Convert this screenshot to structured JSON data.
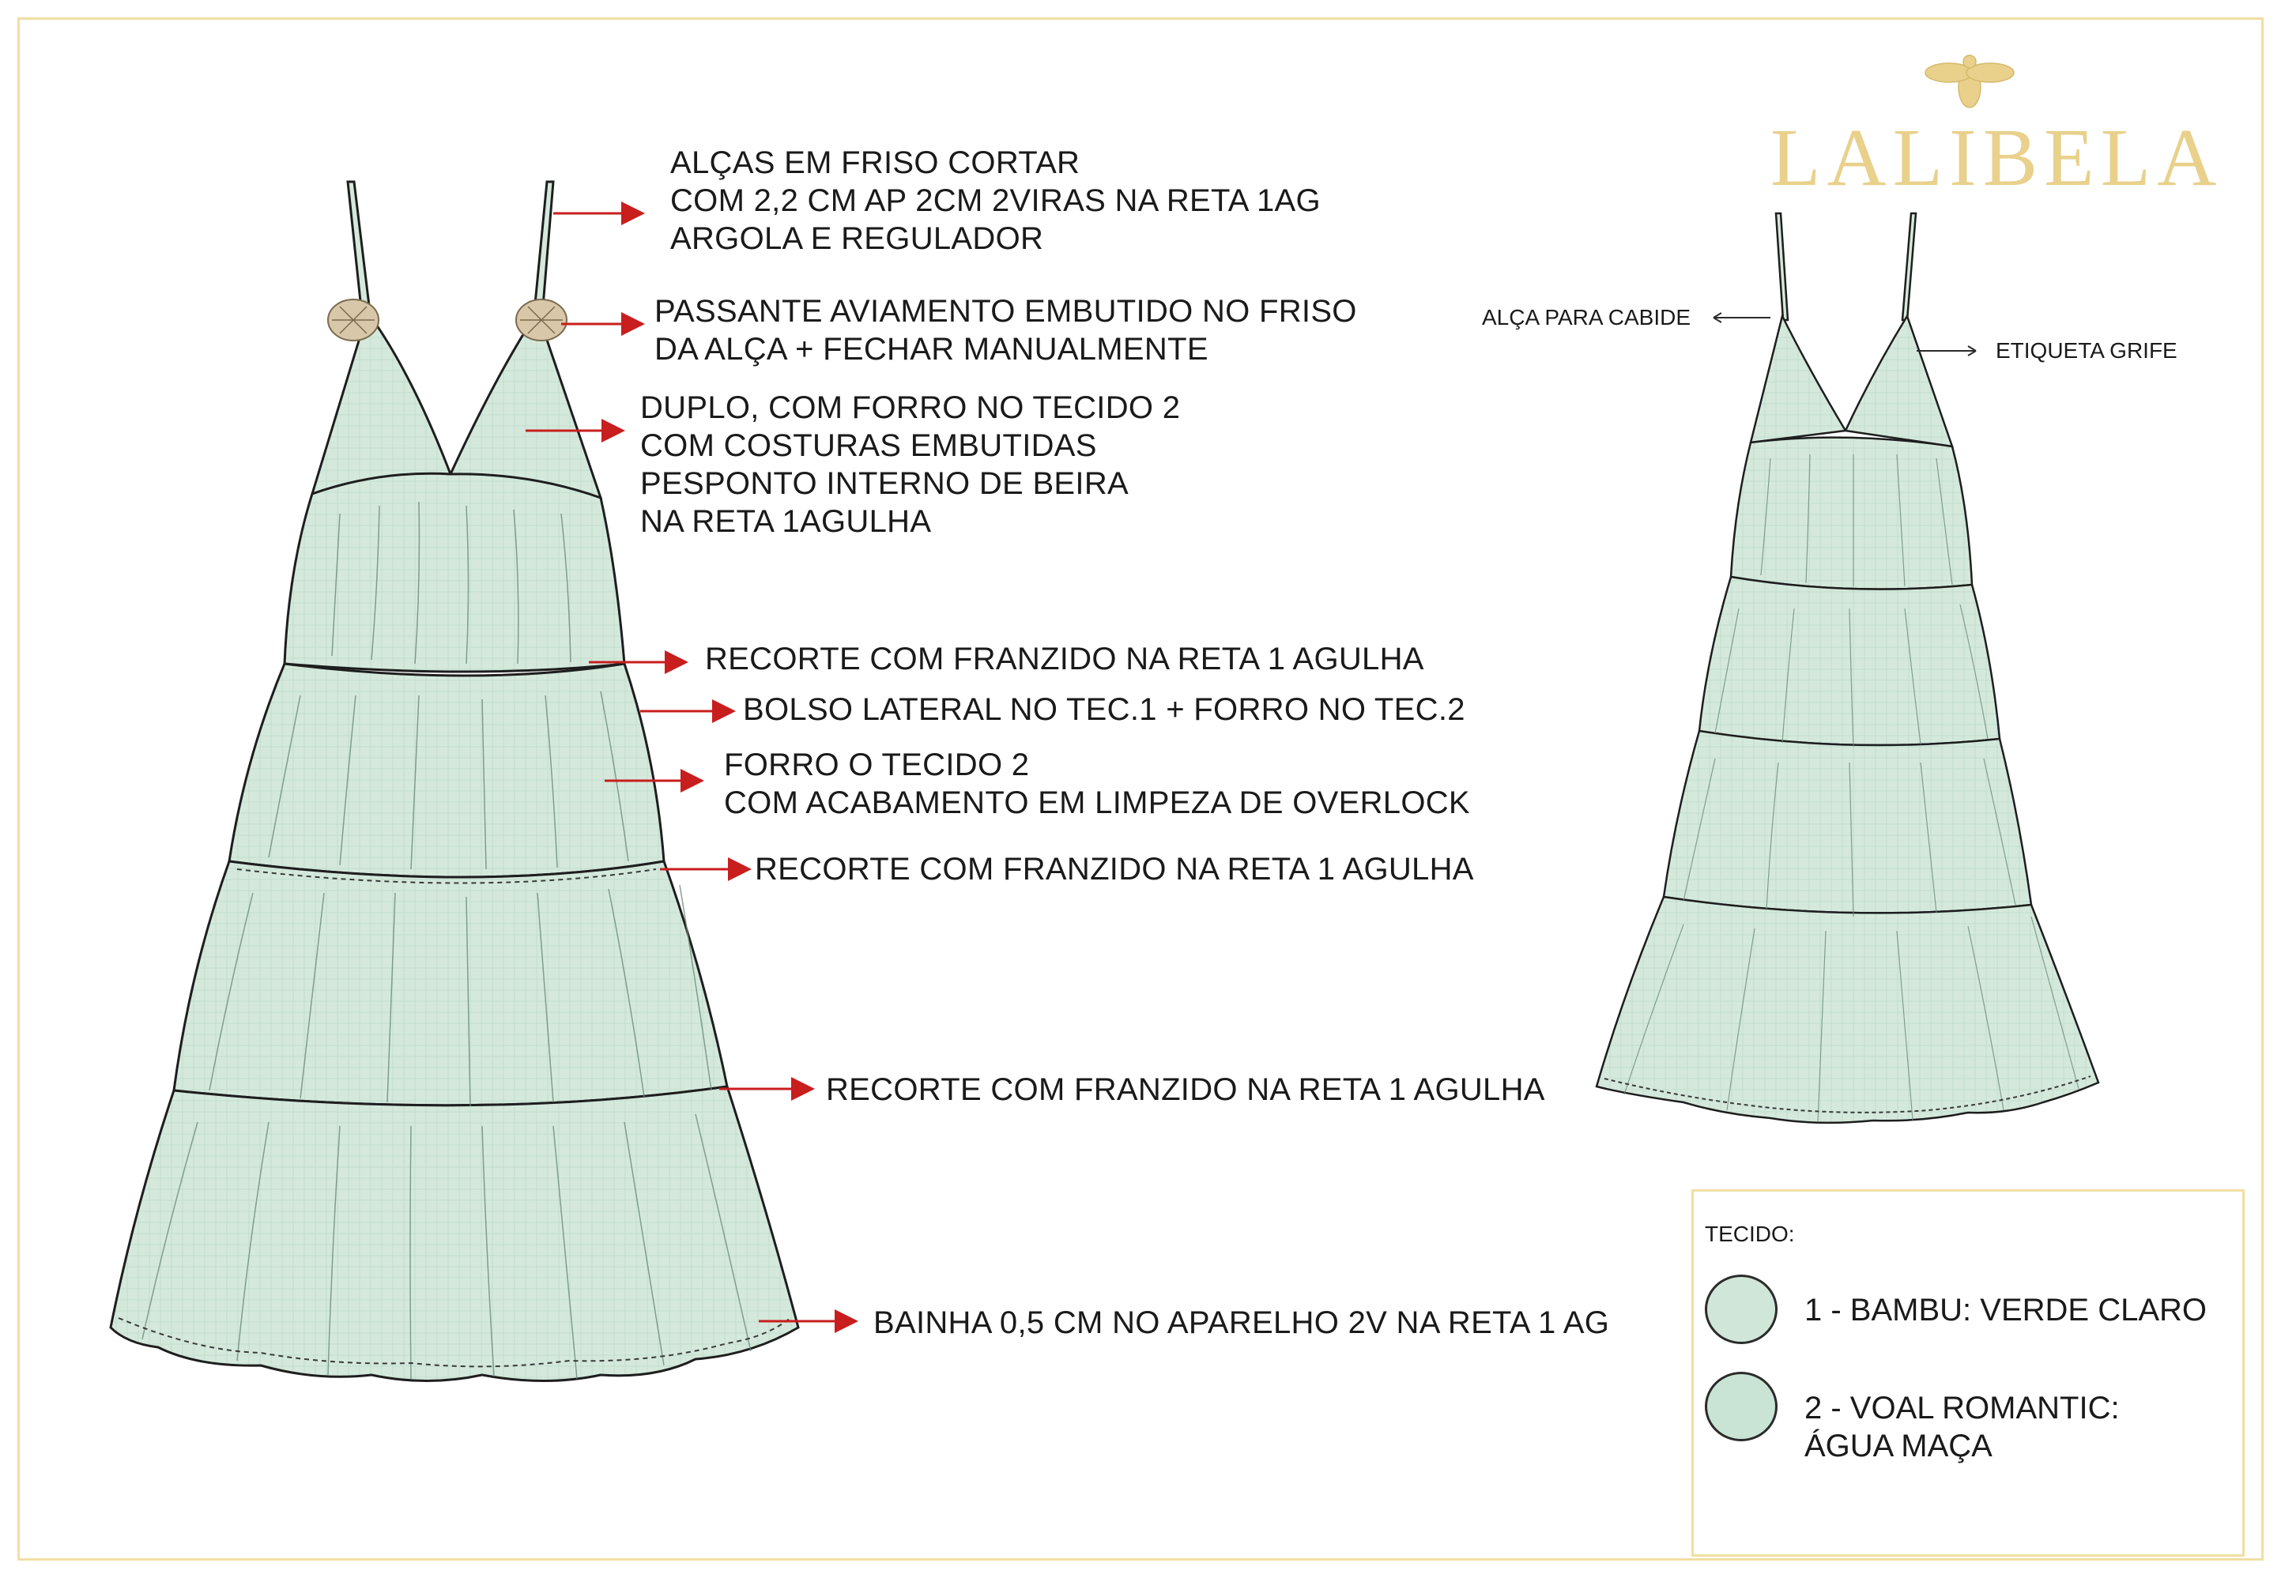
{
  "brand": {
    "name": "LALIBELA",
    "logo_icon": "bee-icon",
    "color": "#e9d18c"
  },
  "colors": {
    "fabric_light": "#d4e9dc",
    "fabric_mid": "#c7e0d1",
    "outline": "#1e1e1e",
    "arrow": "#c81e1e",
    "frame": "#f0dfa3"
  },
  "annotations": {
    "straps": [
      "ALÇAS EM  FRISO CORTAR",
      "COM 2,2 CM AP 2CM 2VIRAS NA RETA 1AG",
      "ARGOLA E REGULADOR"
    ],
    "passante": [
      "PASSANTE AVIAMENTO EMBUTIDO NO FRISO",
      "DA ALÇA + FECHAR MANUALMENTE"
    ],
    "duplo": [
      "DUPLO, COM FORRO NO TECIDO 2",
      "COM COSTURAS EMBUTIDAS",
      "PESPONTO INTERNO DE BEIRA",
      "NA RETA 1AGULHA"
    ],
    "recorte_1": "RECORTE COM FRANZIDO NA RETA 1 AGULHA",
    "bolso": "BOLSO LATERAL NO TEC.1 + FORRO NO TEC.2",
    "forro": [
      "FORRO O TECIDO 2",
      "COM ACABAMENTO EM LIMPEZA DE OVERLOCK"
    ],
    "recorte_2": "RECORTE COM FRANZIDO NA RETA 1 AGULHA",
    "recorte_3": "RECORTE COM FRANZIDO NA RETA 1 AGULHA",
    "bainha": "BAINHA 0,5 CM NO APARELHO 2V NA RETA 1 AG"
  },
  "back_view": {
    "alca_cabide": "ALÇA PARA CABIDE",
    "etiqueta": "ETIQUETA GRIFE"
  },
  "legend": {
    "title": "TECIDO:",
    "items": [
      {
        "label_lines": [
          "1 - BAMBU: VERDE CLARO"
        ],
        "color": "#cfe6d8"
      },
      {
        "label_lines": [
          "2 - VOAL ROMANTIC:",
          "ÁGUA MAÇA"
        ],
        "color": "#c9e4d4"
      }
    ]
  }
}
